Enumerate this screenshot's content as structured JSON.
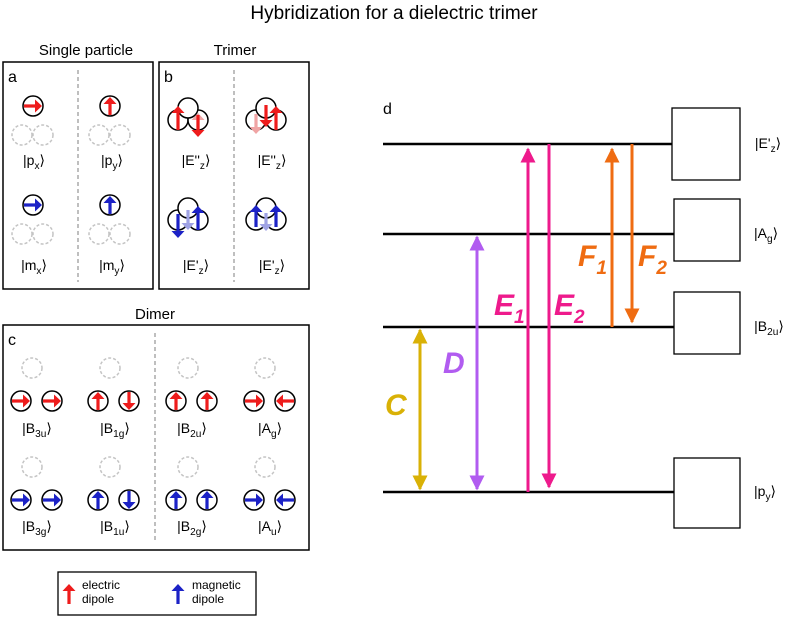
{
  "title": "Hybridization for a dielectric trimer",
  "colors": {
    "electric": "#ee1c1c",
    "magnetic": "#1c22c6",
    "C": "#d9b106",
    "D": "#b15cf0",
    "E": "#ee1a8c",
    "F": "#ef6c12",
    "ghost": "#c4c4c4",
    "faded_electric": "#f0a4a4",
    "faded_magnetic": "#a0a3e4"
  },
  "panels": {
    "a": {
      "letter": "a",
      "heading": "Single particle",
      "states": [
        {
          "label": "|p",
          "sub": "x",
          "sup": "",
          "close": "⟩"
        },
        {
          "label": "|p",
          "sub": "y",
          "sup": "",
          "close": "⟩"
        },
        {
          "label": "|m",
          "sub": "x",
          "sup": "",
          "close": "⟩"
        },
        {
          "label": "|m",
          "sub": "y",
          "sup": "",
          "close": "⟩"
        }
      ]
    },
    "b": {
      "letter": "b",
      "heading": "Trimer",
      "states": [
        {
          "label": "|E''",
          "sub": "z",
          "close": "⟩"
        },
        {
          "label": "|E''",
          "sub": "z",
          "close": "⟩"
        },
        {
          "label": "|E'",
          "sub": "z",
          "close": "⟩"
        },
        {
          "label": "|E'",
          "sub": "z",
          "close": "⟩"
        }
      ]
    },
    "c": {
      "letter": "c",
      "heading": "Dimer",
      "states": [
        {
          "label": "|B",
          "sub": "3u",
          "close": "⟩"
        },
        {
          "label": "|B",
          "sub": "1g",
          "close": "⟩"
        },
        {
          "label": "|B",
          "sub": "2u",
          "close": "⟩"
        },
        {
          "label": "|A",
          "sub": "g",
          "close": "⟩"
        },
        {
          "label": "|B",
          "sub": "3g",
          "close": "⟩"
        },
        {
          "label": "|B",
          "sub": "1u",
          "close": "⟩"
        },
        {
          "label": "|B",
          "sub": "2g",
          "close": "⟩"
        },
        {
          "label": "|A",
          "sub": "u",
          "close": "⟩"
        }
      ]
    },
    "d": {
      "letter": "d",
      "levels": [
        {
          "label": "|E'",
          "sub": "z",
          "close": "⟩"
        },
        {
          "label": "|A",
          "sub": "g",
          "close": "⟩"
        },
        {
          "label": "|B",
          "sub": "2u",
          "close": "⟩"
        },
        {
          "label": "|p",
          "sub": "y",
          "close": "⟩"
        }
      ],
      "transitions": [
        {
          "name": "C",
          "sub": ""
        },
        {
          "name": "D",
          "sub": ""
        },
        {
          "name": "E",
          "sub": "1"
        },
        {
          "name": "E",
          "sub": "2"
        },
        {
          "name": "F",
          "sub": "1"
        },
        {
          "name": "F",
          "sub": "2"
        }
      ]
    }
  },
  "legend": {
    "electric": "electric\ndipole",
    "magnetic": "magnetic\ndipole"
  }
}
